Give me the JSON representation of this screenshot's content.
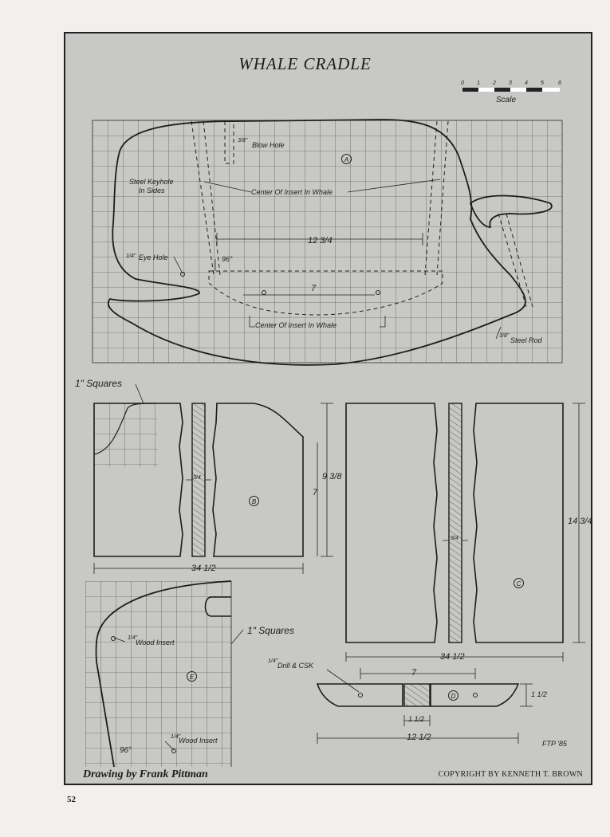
{
  "title": "WHALE CRADLE",
  "scale": {
    "label": "Scale",
    "ticks": [
      "0",
      "1",
      "2",
      "3",
      "4",
      "5",
      "6"
    ]
  },
  "parts": {
    "a": "A",
    "b": "B",
    "c": "C",
    "d": "D",
    "e": "E"
  },
  "labels": {
    "blow_hole_frac": "3/8\"",
    "blow_hole": "Blow Hole",
    "steel_keyhole": "Steel Keyhole",
    "in_sides": "In Sides",
    "center_insert_top": "Center Of Insert In Whale",
    "center_insert_bottom": "Center Of Insert In Whale",
    "eye_hole_frac": "1/4\"",
    "eye_hole": "Eye Hole",
    "angle_a": "96°",
    "steel_rod_frac": "3/8\"",
    "steel_rod": "Steel Rod",
    "squares_1": "1\" Squares",
    "squares_2": "1\" Squares",
    "wood_insert_frac_1": "1/4\"",
    "wood_insert_1": "Wood Insert",
    "wood_insert_frac_2": "1/4\"",
    "wood_insert_2": "Wood Insert",
    "angle_e": "96°",
    "drill_frac": "1/4\"",
    "drill": "Drill & CSK"
  },
  "dimensions": {
    "a_width": "12 3/4",
    "a_inner": "7",
    "b_thickness": "3/4",
    "b_short": "7",
    "b_tall": "9 3/8",
    "b_length": "34 1/2",
    "c_thickness": "3/4",
    "c_height": "14 3/4",
    "c_length": "34 1/2",
    "d_span": "7",
    "d_block": "1 1/2",
    "d_length": "12 1/2",
    "d_height": "1 1/2"
  },
  "signature": "FTP '85",
  "credit": "Drawing by Frank Pittman",
  "copyright": "COPYRIGHT BY KENNETH T. BROWN",
  "page_number": "52"
}
